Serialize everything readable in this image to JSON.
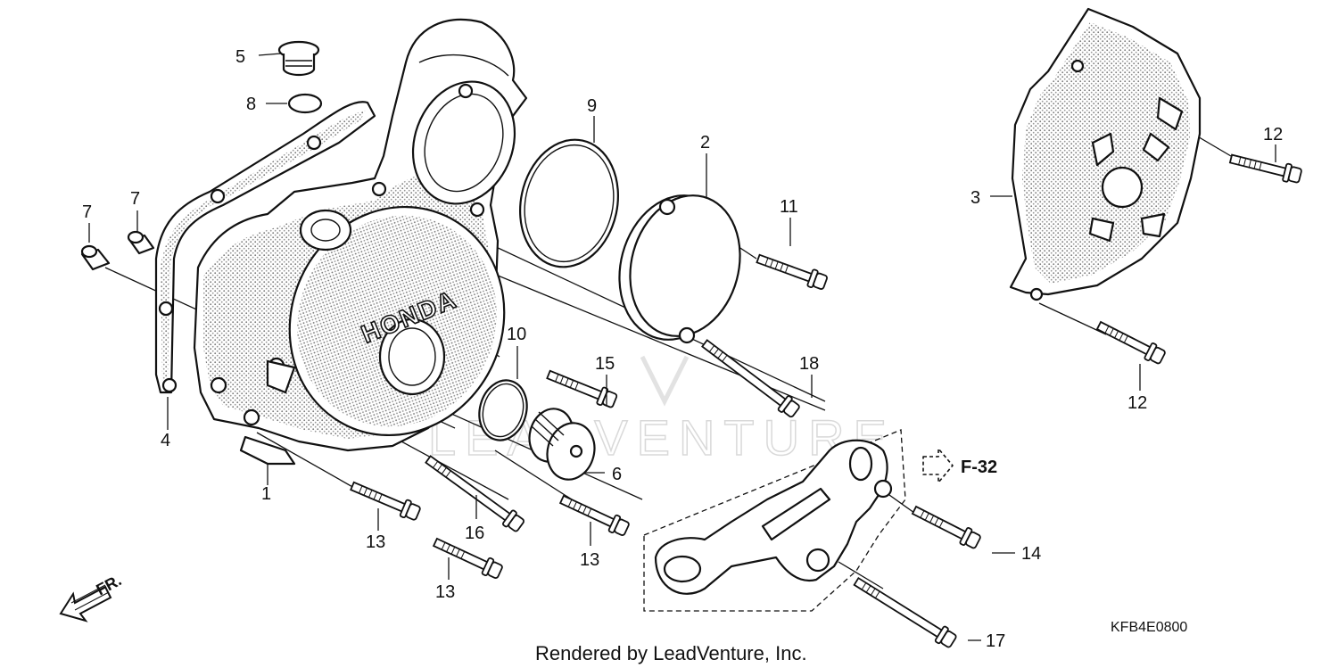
{
  "callouts": [
    {
      "id": "c1",
      "label": "1"
    },
    {
      "id": "c2",
      "label": "2"
    },
    {
      "id": "c3",
      "label": "3"
    },
    {
      "id": "c4",
      "label": "4"
    },
    {
      "id": "c5",
      "label": "5"
    },
    {
      "id": "c6",
      "label": "6"
    },
    {
      "id": "c7a",
      "label": "7"
    },
    {
      "id": "c7b",
      "label": "7"
    },
    {
      "id": "c8",
      "label": "8"
    },
    {
      "id": "c9",
      "label": "9"
    },
    {
      "id": "c10",
      "label": "10"
    },
    {
      "id": "c11",
      "label": "11"
    },
    {
      "id": "c12a",
      "label": "12"
    },
    {
      "id": "c12b",
      "label": "12"
    },
    {
      "id": "c13a",
      "label": "13"
    },
    {
      "id": "c13b",
      "label": "13"
    },
    {
      "id": "c13c",
      "label": "13"
    },
    {
      "id": "c14",
      "label": "14"
    },
    {
      "id": "c15",
      "label": "15"
    },
    {
      "id": "c16",
      "label": "16"
    },
    {
      "id": "c17",
      "label": "17"
    },
    {
      "id": "c18",
      "label": "18"
    }
  ],
  "reference": "F-32",
  "cover_brand": "HONDA",
  "direction": "FR.",
  "diagram_code": "KFB4E0800",
  "credit": "Rendered by LeadVenture, Inc.",
  "watermark": "LEADVENTURE"
}
